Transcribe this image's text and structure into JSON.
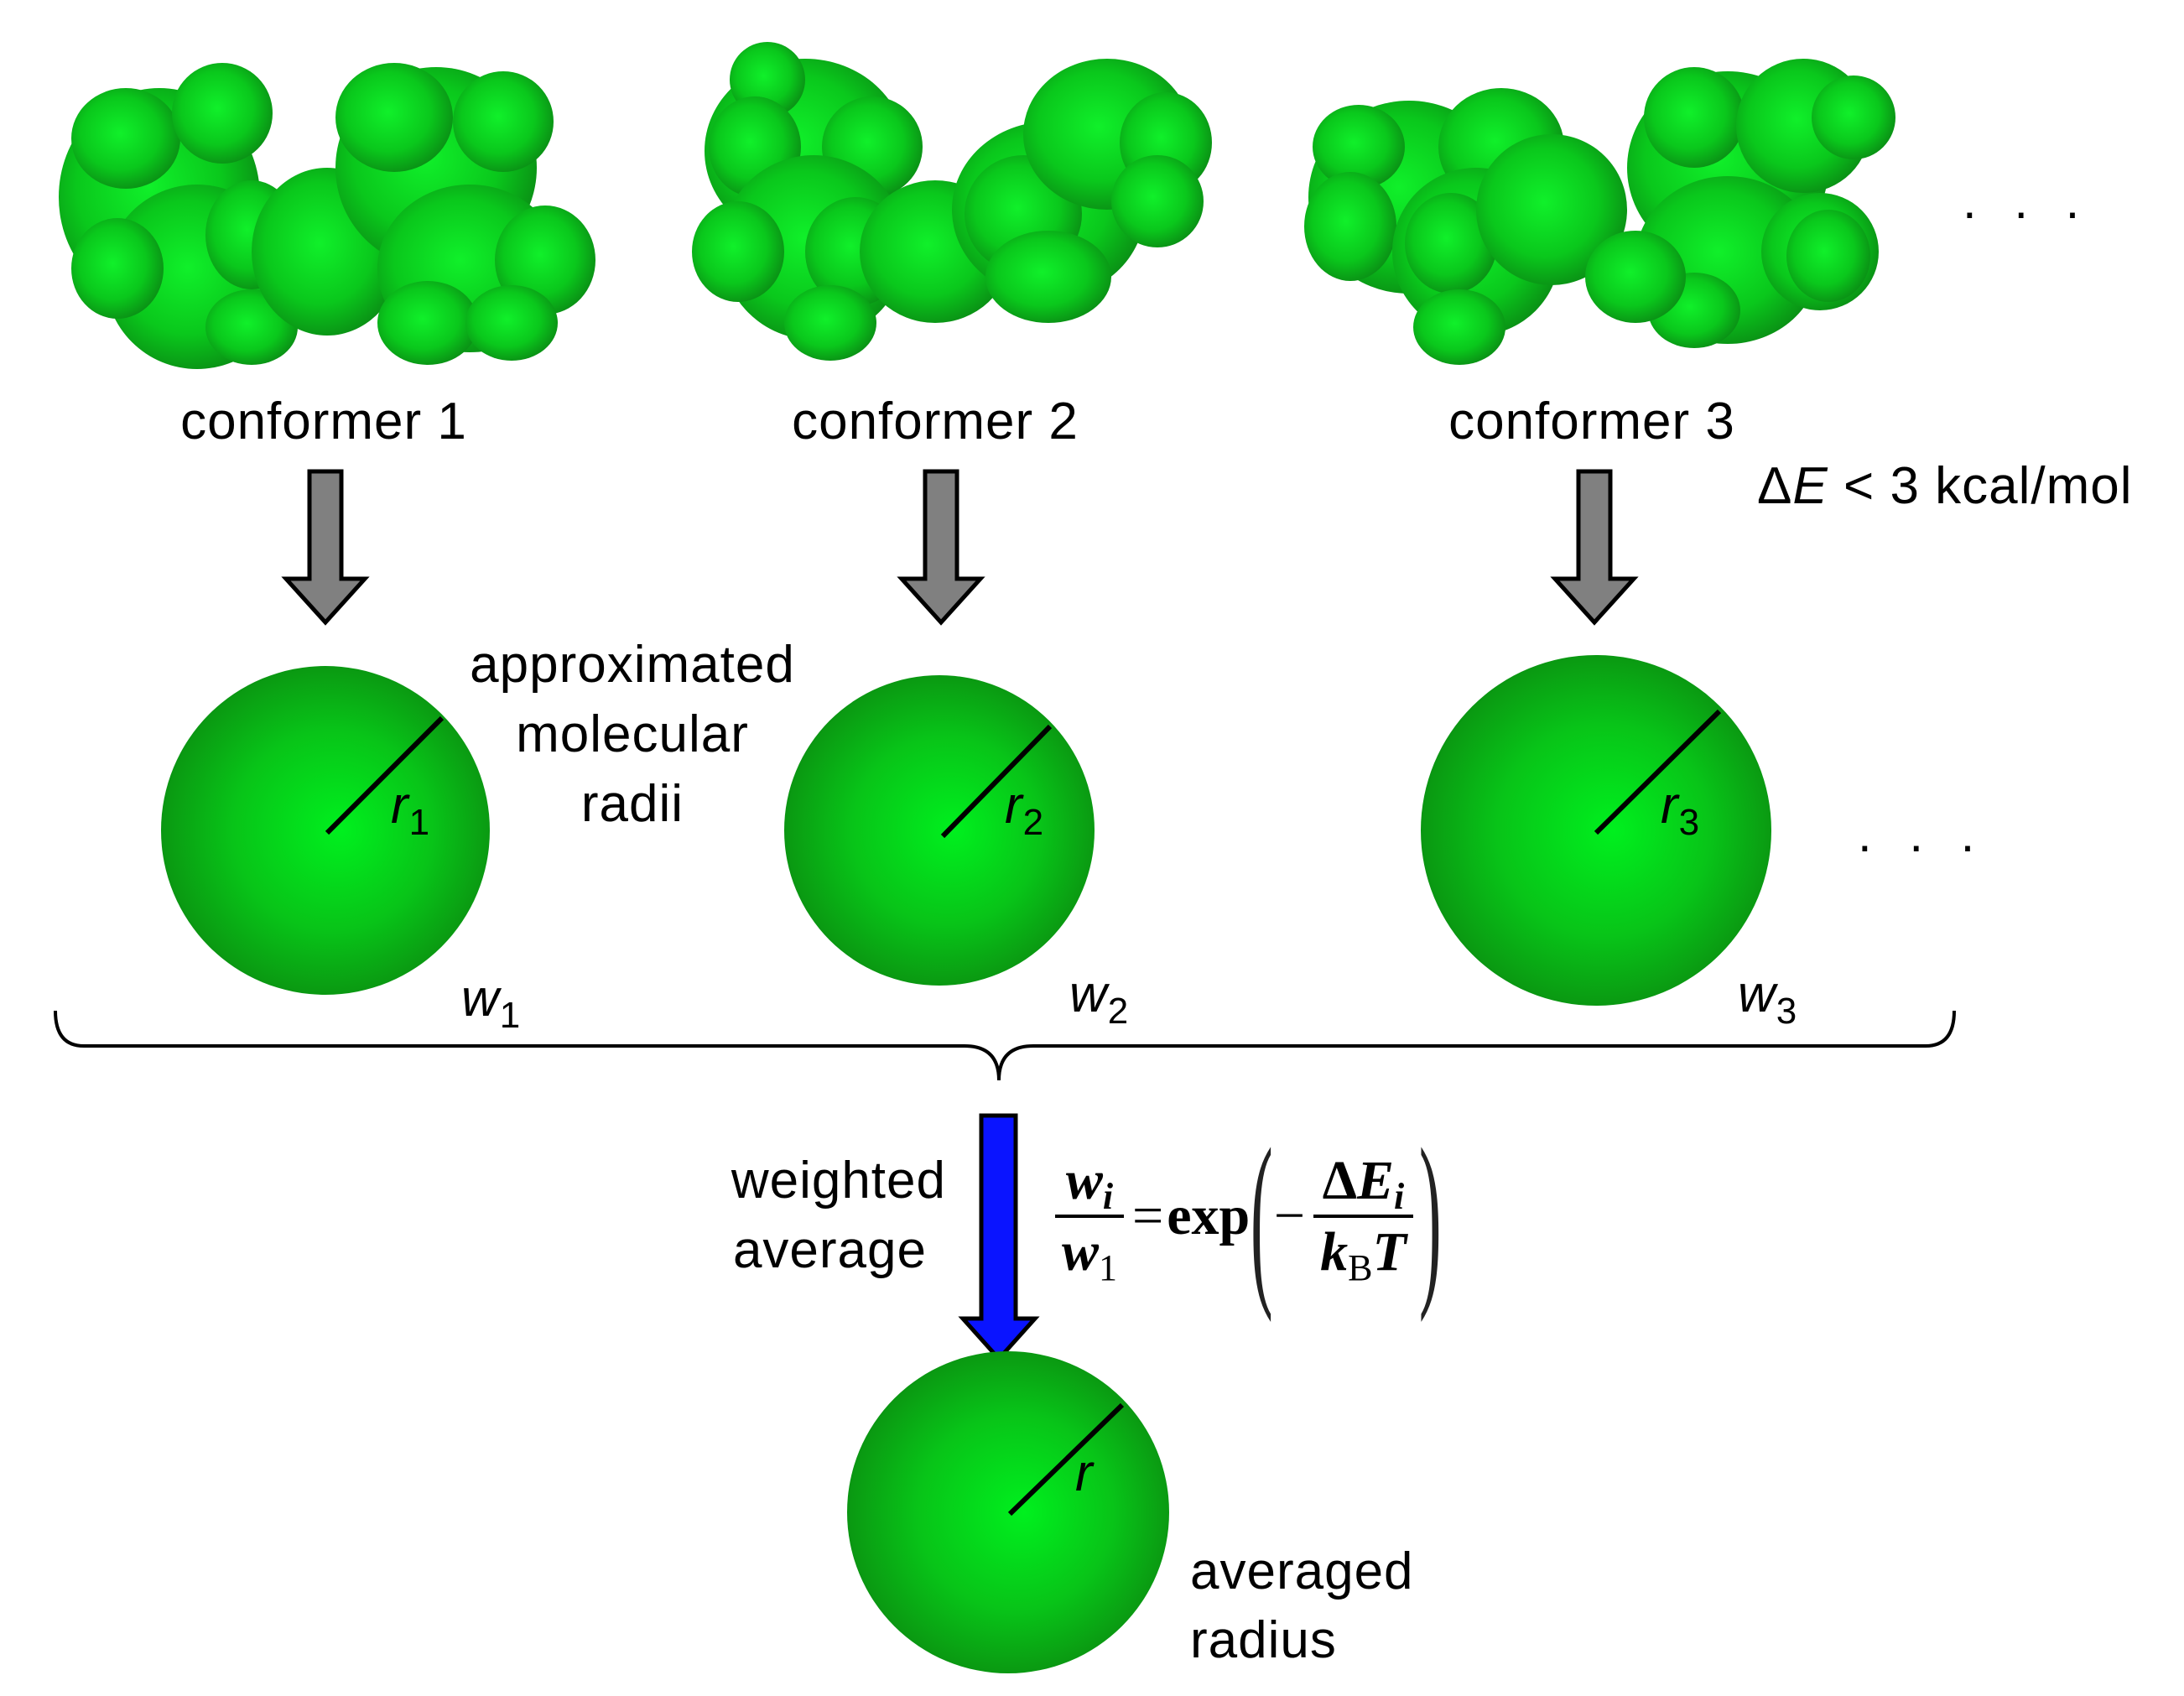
{
  "conformers": [
    {
      "label": "conformer 1",
      "radius_label": "r",
      "radius_sub": "1",
      "weight_label": "w",
      "weight_sub": "1"
    },
    {
      "label": "conformer 2",
      "radius_label": "r",
      "radius_sub": "2",
      "weight_label": "w",
      "weight_sub": "2"
    },
    {
      "label": "conformer 3",
      "radius_label": "r",
      "radius_sub": "3",
      "weight_label": "w",
      "weight_sub": "3"
    }
  ],
  "ellipsis_top": ". . .",
  "ellipsis_mid": ". . .",
  "energy_cutoff": {
    "delta": "Δ",
    "symbol": "E",
    "rest": " < 3 kcal/mol"
  },
  "approx_label": [
    "approximated",
    "molecular",
    "radii"
  ],
  "weighted_label": [
    "weighted",
    "average"
  ],
  "formula": {
    "lhs_num": "w",
    "lhs_num_sub": "i",
    "lhs_den": "w",
    "lhs_den_sub": "1",
    "equals": "=",
    "func": "exp",
    "minus": "−",
    "rhs_num_delta": "Δ",
    "rhs_num": "E",
    "rhs_num_sub": "i",
    "rhs_den_k": "k",
    "rhs_den_sub": "B",
    "rhs_den_T": "T",
    "paren_open": "(",
    "paren_close": ")"
  },
  "result": {
    "radius_label": "r",
    "caption": [
      "averaged",
      "radius"
    ]
  },
  "colors": {
    "sphere_green": "#00e61a",
    "sphere_dark": "#0a7a10",
    "arrow_gray": "#808080",
    "arrow_blue": "#0a14ff",
    "outline": "#000000"
  }
}
